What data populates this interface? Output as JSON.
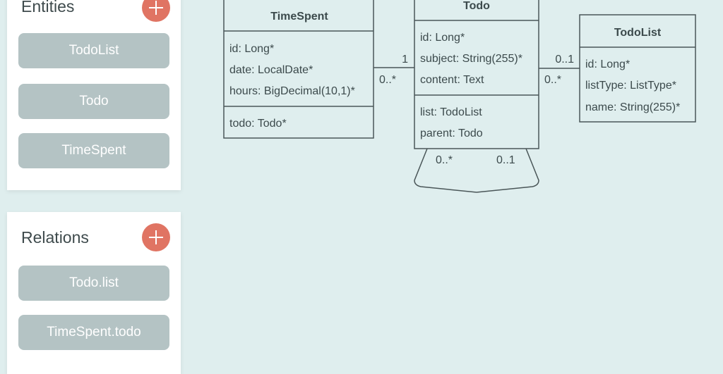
{
  "entities_panel": {
    "title": "Entities",
    "add_icon": "plus-icon",
    "items": [
      "TodoList",
      "Todo",
      "TimeSpent"
    ]
  },
  "relations_panel": {
    "title": "Relations",
    "add_icon": "plus-icon",
    "items": [
      "Todo.list",
      "TimeSpent.todo"
    ]
  },
  "diagram": {
    "timespent": {
      "name": "TimeSpent",
      "attributes": [
        "id: Long*",
        "date: LocalDate*",
        "hours: BigDecimal(10,1)*"
      ],
      "relations": [
        "todo: Todo*"
      ]
    },
    "todo": {
      "name": "Todo",
      "attributes": [
        "id: Long*",
        "subject: String(255)*",
        "content: Text"
      ],
      "relations": [
        "list: TodoList",
        "parent: Todo"
      ]
    },
    "todolist": {
      "name": "TodoList",
      "attributes": [
        "id: Long*",
        "listType: ListType*",
        "name: String(255)*"
      ]
    },
    "links": {
      "timespent_todo": {
        "todo_end": "1",
        "timespent_end": "0..*"
      },
      "todo_todolist": {
        "todolist_end": "0..1",
        "todo_end": "0..*"
      },
      "todo_parent": {
        "child_end": "0..*",
        "parent_end": "0..1"
      }
    }
  },
  "colors": {
    "background": "#dfeeee",
    "accent": "#e07463",
    "button": "#b4c3c4",
    "line": "#4a5658"
  }
}
